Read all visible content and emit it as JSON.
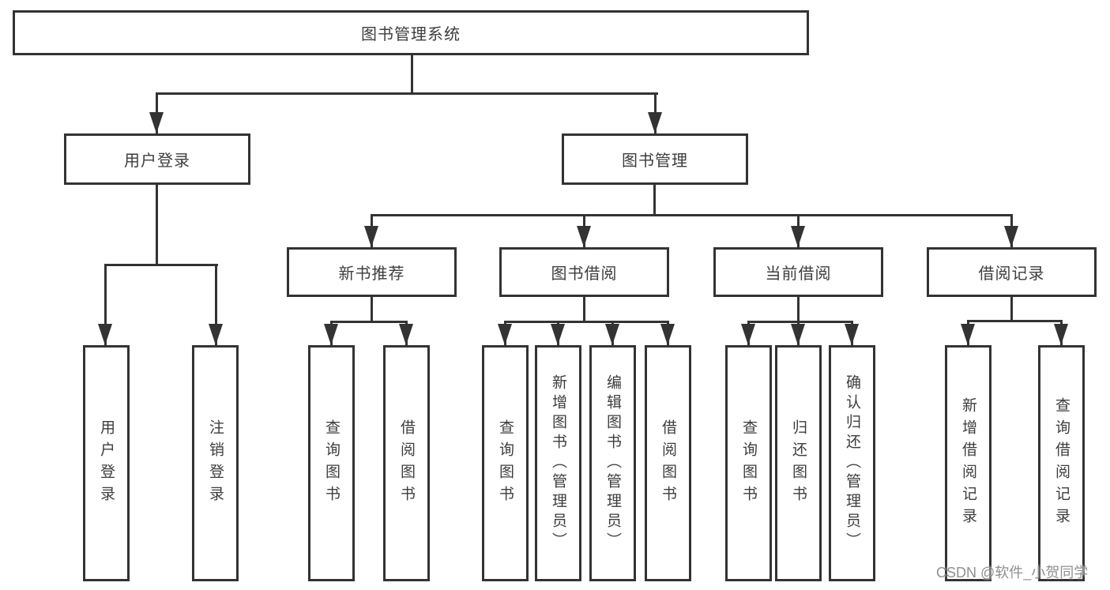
{
  "diagram": {
    "root": {
      "label": "图书管理系统"
    },
    "level2": [
      {
        "label": "用户登录"
      },
      {
        "label": "图书管理"
      }
    ],
    "level3": [
      {
        "label": "新书推荐"
      },
      {
        "label": "图书借阅"
      },
      {
        "label": "当前借阅"
      },
      {
        "label": "借阅记录"
      }
    ],
    "leaves": {
      "user_login": [
        {
          "label": "用户登录"
        },
        {
          "label": "注销登录"
        }
      ],
      "new_book": [
        {
          "label": "查询图书"
        },
        {
          "label": "借阅图书"
        }
      ],
      "book_borrow": [
        {
          "label": "查询图书"
        },
        {
          "label": "新增图书（管理员）"
        },
        {
          "label": "编辑图书（管理员）"
        },
        {
          "label": "借阅图书"
        }
      ],
      "current_borrow": [
        {
          "label": "查询图书"
        },
        {
          "label": "归还图书"
        },
        {
          "label": "确认归还（管理员）"
        }
      ],
      "borrow_record": [
        {
          "label": "新增借阅记录"
        },
        {
          "label": "查询借阅记录"
        }
      ]
    },
    "watermark": {
      "text": "CSDN @软件_小贺同学"
    },
    "colors": {
      "line": "#333333",
      "text": "#3d3d3d",
      "watermark": "#8f8f8f",
      "background": "#ffffff"
    }
  }
}
